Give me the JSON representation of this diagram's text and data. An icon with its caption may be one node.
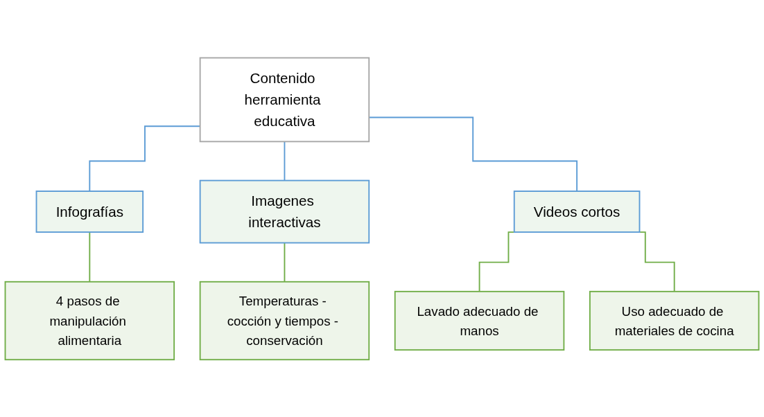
{
  "diagram": {
    "nodes": [
      {
        "text": [
          "Contenido herramienta educativa"
        ]
      },
      {
        "text": [
          "Infografías"
        ]
      },
      {
        "text": [
          "Imagenes interactivas"
        ]
      },
      {
        "text": [
          "Videos cortos"
        ]
      },
      {
        "text": [
          "4 pasos de manipulación alimentaria"
        ]
      },
      {
        "text": [
          "Temperaturas - cocción y tiempos - conservación"
        ]
      },
      {
        "text": [
          "Lavado adecuado de manos"
        ]
      },
      {
        "text": [
          "Uso adecuado de materiales de cocina"
        ]
      }
    ],
    "edges": [
      {
        "from": 0,
        "to": 1,
        "arrow": "none",
        "color": "#5b9bd5"
      },
      {
        "from": 0,
        "to": 2,
        "arrow": "none",
        "color": "#5b9bd5"
      },
      {
        "from": 0,
        "to": 3,
        "arrow": "none",
        "color": "#5b9bd5"
      },
      {
        "from": 1,
        "to": 4,
        "arrow": "none"
      },
      {
        "from": 2,
        "to": 5,
        "arrow": "none"
      },
      {
        "from": 3,
        "to": 6,
        "arrow": "none"
      },
      {
        "from": 3,
        "to": 7,
        "arrow": "none"
      }
    ]
  }
}
